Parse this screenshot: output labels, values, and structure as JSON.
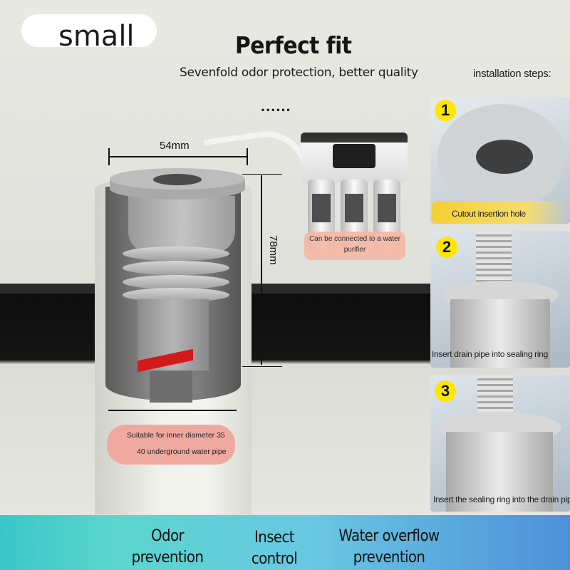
{
  "size_badge": "small",
  "headline": "Perfect fit",
  "subheadline": "Sevenfold odor protection, better quality",
  "ellipsis": "......",
  "installation_heading": "installation steps:",
  "dimensions": {
    "top_width": "54mm",
    "height": "78mm"
  },
  "purifier_note": "Can be connected to a water purifier",
  "pipe_note": {
    "line1": "Suitable for inner diameter 35",
    "line2": "40 underground water pipe"
  },
  "steps": [
    {
      "number": "1",
      "caption": "Cutout insertion hole"
    },
    {
      "number": "2",
      "caption": "Insert drain pipe into sealing ring"
    },
    {
      "number": "3",
      "caption": "Insert the sealing ring into the drain pipe"
    }
  ],
  "features": [
    {
      "line1": "Odor",
      "line2": "prevention"
    },
    {
      "line1": "Insect",
      "line2": "control"
    },
    {
      "line1": "Water overflow",
      "line2": "prevention"
    }
  ],
  "colors": {
    "step_badge": "#ffe600",
    "feature_bar_start": "#3bc6c6",
    "feature_bar_end": "#4e8fd9",
    "badge_salmon": "#f0a9a0",
    "seal_red": "#d21a1a"
  }
}
